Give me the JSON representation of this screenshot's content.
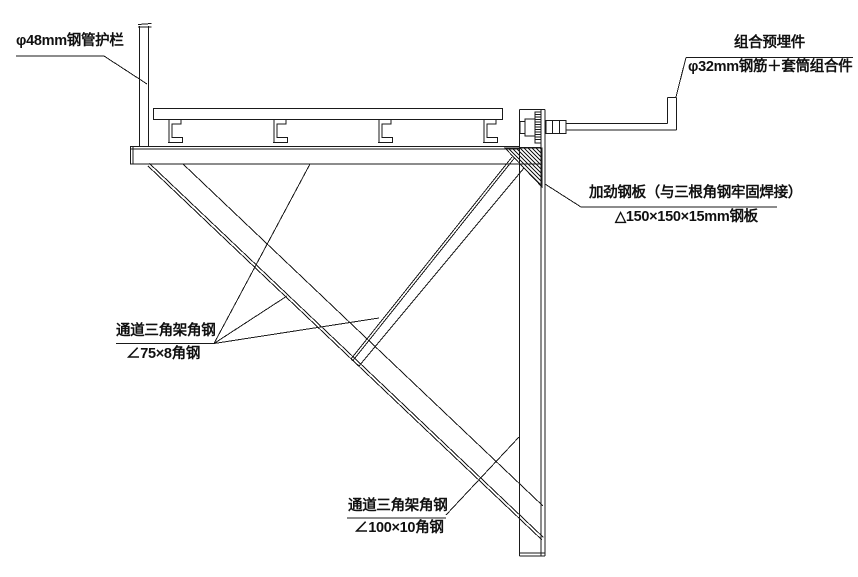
{
  "colors": {
    "line": "#1a1a1a",
    "background": "#ffffff"
  },
  "labels": {
    "guardrail": {
      "line1": "φ48mm钢管护栏"
    },
    "embedded_part": {
      "line1": "组合预埋件",
      "line2": "φ32mm钢筋＋套筒组合件"
    },
    "stiffener_plate": {
      "line1": "加劲钢板（与三根角钢牢固焊接）",
      "line2": "△150×150×15mm钢板"
    },
    "truss_angle_75": {
      "line1": "通道三角架角钢",
      "line2": "∠75×8角钢"
    },
    "truss_angle_100": {
      "line1": "通道三角架角钢",
      "line2": "∠100×10角钢"
    }
  }
}
